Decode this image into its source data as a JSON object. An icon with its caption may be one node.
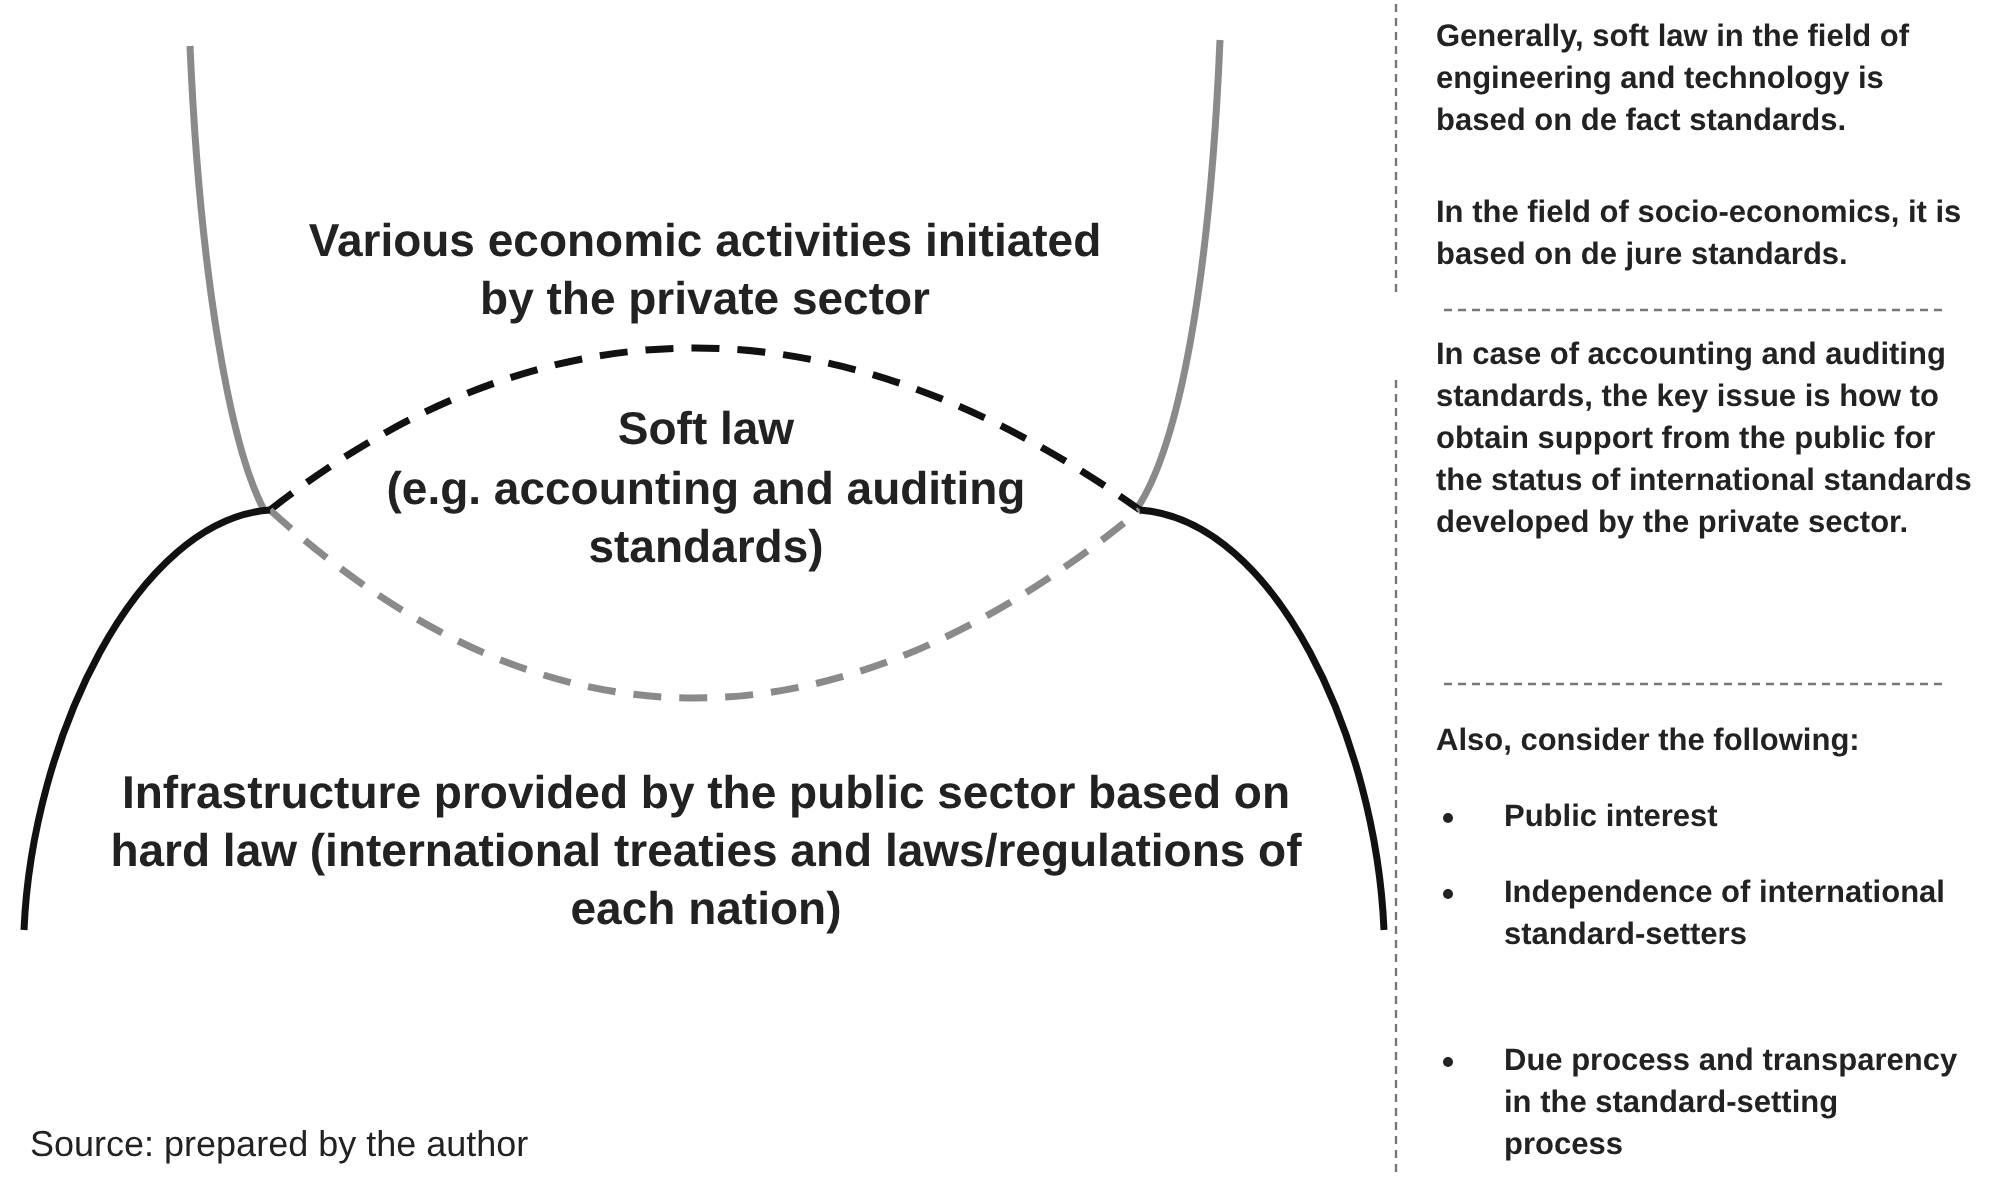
{
  "diagram": {
    "caption": "Source: prepared by the author",
    "nodes": [
      {
        "text": [
          "Various economic activities initiated by the private sector"
        ]
      },
      {
        "text": [
          "Soft law",
          "(e.g. accounting and auditing standards)"
        ]
      },
      {
        "text": [
          "Infrastructure provided by the public sector based on hard law (international treaties and laws/regulations of each nation)"
        ]
      }
    ],
    "labels": [
      "Generally, soft law in the field of engineering and technology is based on de fact standards.",
      "In the field of socio-economics, it is based on de jure standards.",
      "In case of accounting and auditing standards, the key issue is how to obtain support from the public for the status of international standards developed by the private sector.",
      "Also, consider the following:",
      "Public interest",
      "Independence of international standard-setters",
      "Due process and transparency in the standard-setting process"
    ]
  }
}
